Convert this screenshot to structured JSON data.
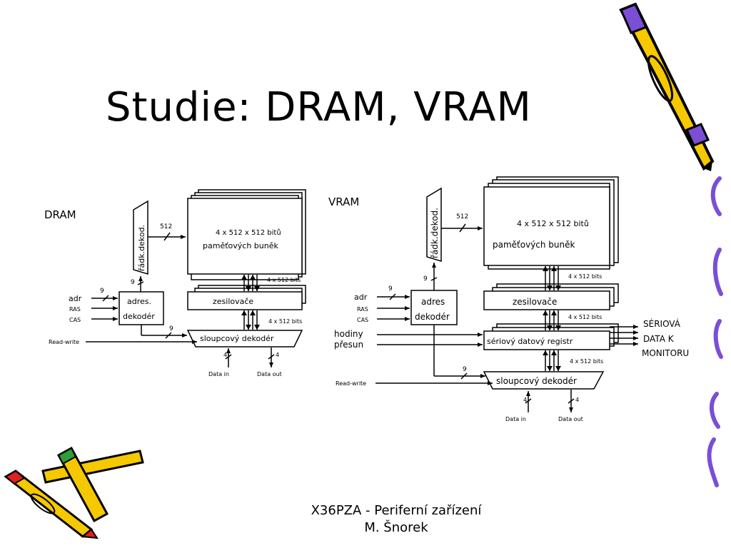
{
  "slide": {
    "title": "Studie: DRAM, VRAM",
    "footer_line1": "X36PZA - Periferní zařízení",
    "footer_line2": "M. Šnorek"
  },
  "dram": {
    "heading": "DRAM",
    "row_decoder": "řádk.dekod.",
    "bus_512": "512",
    "memory_line1": "4 x 512 x 512 bitů",
    "memory_line2": "paměťových buněk",
    "bits_label_1": "4 x 512 bits",
    "amplifiers": "zesilovače",
    "bits_label_2": "4 x 512 bits",
    "address_decoder_line1": "adres.",
    "address_decoder_line2": "dekodér",
    "bus_9_row": "9",
    "bus_9_addr": "9",
    "bus_9_col": "9",
    "input_adr": "adr",
    "input_ras": "RAS",
    "input_cas": "CAS",
    "read_write": "Read-write",
    "column_decoder": "sloupcový dekodér",
    "bus_4_in": "4",
    "bus_4_out": "4",
    "data_in": "Data in",
    "data_out": "Data out"
  },
  "vram": {
    "heading": "VRAM",
    "row_decoder": "řádk.dekod.",
    "bus_512": "512",
    "memory_line1": "4 x 512 x 512 bitů",
    "memory_line2": "paměťových buněk",
    "bits_label_1": "4 x 512 bits",
    "amplifiers": "zesilovače",
    "bits_label_2": "4 x 512 bits",
    "serial_register": "sériový datový registr",
    "bits_label_3": "4 x 512 bits",
    "address_decoder_line1": "adres",
    "address_decoder_line2": "dekodér",
    "bus_9_row": "9",
    "bus_9_addr": "9",
    "bus_9_col": "9",
    "input_adr": "adr",
    "input_ras": "RAS",
    "input_cas": "CAS",
    "input_clock": "hodiny",
    "input_transfer": "přesun",
    "serial_out_line1": "SÉRIOVÁ",
    "serial_out_line2": "DATA K",
    "serial_out_line3": "MONITORU",
    "read_write": "Read-write",
    "column_decoder": "sloupcový dekodér",
    "bus_4_in": "4",
    "bus_4_out": "4",
    "data_in": "Data in",
    "data_out": "Data out"
  }
}
